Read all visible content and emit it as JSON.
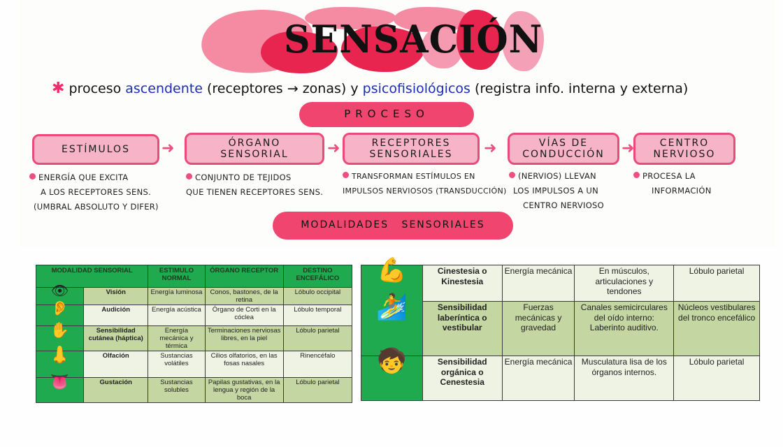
{
  "title": "SENSACIÓN",
  "intro": {
    "bullet": "✱",
    "text1": "proceso ",
    "blue1": "ascendente",
    "text2": " (receptores → zonas) y ",
    "blue2": "psicofisiológicos",
    "text3": " (registra info. interna y externa)"
  },
  "proceso_label": "PROCESO",
  "modalidades_label": "MODALIDADES SENSORIALES",
  "flow": [
    {
      "label": "ESTÍMULOS",
      "note": [
        "ENERGÍA QUE EXCITA",
        "A LOS RECEPTORES SENS.",
        "(UMBRAL ABSOLUTO Y DIFER)"
      ]
    },
    {
      "label": "ÓRGANO SENSORIAL",
      "note": [
        "CONJUNTO DE TEJIDOS",
        "QUE TIENEN RECEPTORES SENS."
      ]
    },
    {
      "label": "RECEPTORES SENSORIALES",
      "note": [
        "TRANSFORMAN ESTÍMULOS EN",
        "IMPULSOS NERVIOSOS (TRANSDUCCIÓN)"
      ]
    },
    {
      "label": "VÍAS DE CONDUCCIÓN",
      "note": [
        "(NERVIOS) LLEVAN",
        "LOS IMPULSOS A UN",
        "CENTRO NERVIOSO"
      ]
    },
    {
      "label": "CENTRO NERVIOSO",
      "note": [
        "PROCESA LA",
        "INFORMACIÓN"
      ]
    }
  ],
  "arrow_glyph": "➜",
  "table1": {
    "headers": [
      "MODALIDAD SENSORIAL",
      "ESTIMULO NORMAL",
      "ÓRGANO RECEPTOR",
      "DESTINO ENCEFÁLICO"
    ],
    "rows": [
      {
        "icon": "eye-icon",
        "glyph": "👁",
        "modalidad": "Visión",
        "estimulo": "Energía luminosa",
        "organo": "Conos, bastones, de la retina",
        "destino": "Lóbulo occipital"
      },
      {
        "icon": "ear-icon",
        "glyph": "👂",
        "modalidad": "Audición",
        "estimulo": "Energía acústica",
        "organo": "Órgano de Corti en la cóclea",
        "destino": "Lóbulo temporal"
      },
      {
        "icon": "hand-icon",
        "glyph": "✋",
        "modalidad": "Sensibilidad cutánea (háptica)",
        "estimulo": "Energía mecánica y térmica",
        "organo": "Terminaciones nerviosas libres, en la piel",
        "destino": "Lóbulo parietal"
      },
      {
        "icon": "nose-icon",
        "glyph": "👃",
        "modalidad": "Olfación",
        "estimulo": "Sustancias volátiles",
        "organo": "Cilios olfatorios, en las fosas nasales",
        "destino": "Rinencéfalo"
      },
      {
        "icon": "mouth-icon",
        "glyph": "👅",
        "modalidad": "Gustación",
        "estimulo": "Sustancias solubles",
        "organo": "Papilas gustativas, en la lengua y región de la boca",
        "destino": "Lóbulo parietal"
      }
    ]
  },
  "table2": {
    "rows": [
      {
        "icon": "arm-muscle-icon",
        "glyph": "💪",
        "modalidad": "Cinestesia o Kinestesia",
        "estimulo": "Energía mecánica",
        "organo": "En músculos, articulaciones y tendones",
        "destino": "Lóbulo parietal"
      },
      {
        "icon": "balance-person-icon",
        "glyph": "🏄",
        "modalidad": "Sensibilidad laberíntica o vestibular",
        "estimulo": "Fuerzas mecánicas y gravedad",
        "organo": "Canales semicirculares del oído interno: Laberinto auditivo.",
        "destino": "Núcleos vestibulares del tronco encefálico"
      },
      {
        "icon": "child-stomach-icon",
        "glyph": "🧒",
        "modalidad": "Sensibilidad orgánica o Cenestesia",
        "estimulo": "Energía mecánica",
        "organo": "Musculatura lisa de los órganos internos.",
        "destino": "Lóbulo parietal"
      }
    ]
  },
  "colors": {
    "pink_light": "#f7b4c9",
    "pink_border": "#e94b7c",
    "marker_red": "#f0456f",
    "title_red": "#e8254f",
    "blue_ink": "#1d2db8",
    "table_green": "#1faa4f",
    "row_olive": "#c4d6a1",
    "row_pale": "#eef3e3"
  }
}
